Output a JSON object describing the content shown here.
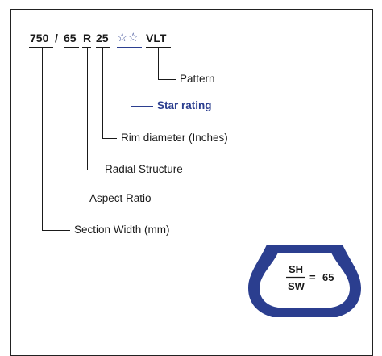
{
  "size_code": {
    "section_width": "750",
    "slash": "/",
    "aspect_ratio": "65",
    "construction": "R",
    "rim_diameter": "25",
    "stars": "☆☆",
    "pattern": "VLT"
  },
  "labels": {
    "pattern": "Pattern",
    "star_rating": "Star rating",
    "rim_diameter": "Rim diameter (Inches)",
    "radial_structure": "Radial Structure",
    "aspect_ratio": "Aspect Ratio",
    "section_width": "Section Width (mm)"
  },
  "ratio": {
    "numerator": "SH",
    "denominator": "SW",
    "equals": "=",
    "value": "65"
  },
  "colors": {
    "accent_blue": "#2b3e8f",
    "line": "#1a1a1a"
  }
}
